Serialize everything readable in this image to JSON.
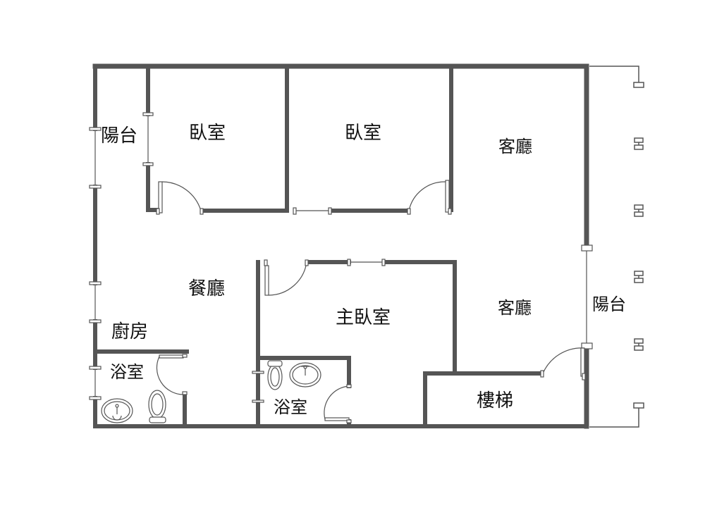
{
  "floorplan": {
    "wall_color": "#555555",
    "thin_line_color": "#555555",
    "rooms": [
      {
        "id": "balcony-west",
        "label": "陽台"
      },
      {
        "id": "bedroom-1",
        "label": "臥室"
      },
      {
        "id": "bedroom-2",
        "label": "臥室"
      },
      {
        "id": "living-room-north",
        "label": "客廳"
      },
      {
        "id": "dining-room",
        "label": "餐廳"
      },
      {
        "id": "kitchen",
        "label": "廚房"
      },
      {
        "id": "master-bedroom",
        "label": "主臥室"
      },
      {
        "id": "living-room-south",
        "label": "客廳"
      },
      {
        "id": "balcony-east",
        "label": "陽台"
      },
      {
        "id": "bathroom-west",
        "label": "浴室"
      },
      {
        "id": "bathroom-master",
        "label": "浴室"
      },
      {
        "id": "staircase",
        "label": "樓梯"
      }
    ]
  }
}
